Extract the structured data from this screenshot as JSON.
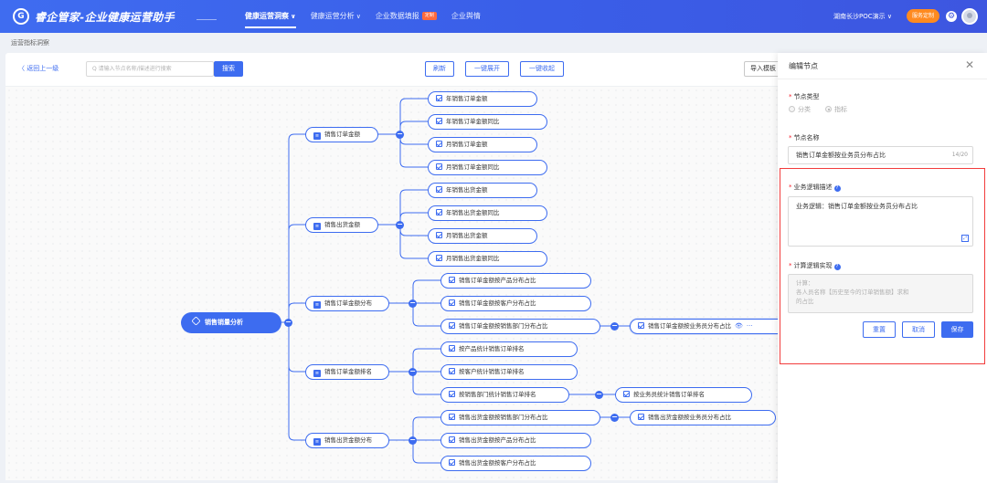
{
  "app": {
    "title": "睿企管家-企业健康运营助手",
    "logo_glyph": "G"
  },
  "nav": {
    "items": [
      {
        "label": "健康运营洞察",
        "caret": "∨",
        "active": true
      },
      {
        "label": "健康运营分析",
        "caret": "∨"
      },
      {
        "label": "企业数据填报",
        "badge": "定制"
      },
      {
        "label": "企业舆情"
      }
    ],
    "tenant": "湖南长沙POC演示 ∨",
    "upgrade": "服务定制",
    "settings_glyph": "⚙"
  },
  "breadcrumb": "运营指标洞察",
  "toolbar": {
    "back": "〈  返回上一级",
    "search_placeholder": "Q  请输入节点名称/描述进行搜索",
    "search_btn": "搜索",
    "refresh": "刷新",
    "expand_all": "一键展开",
    "collapse_all": "一键收起",
    "import": "导入模板"
  },
  "tree": {
    "root": "销售销量分析",
    "cat1": "销售订单金额",
    "cat2": "销售出货金额",
    "cat3": "销售订单金额分布",
    "cat4": "销售订单金额排名",
    "cat5": "销售出货金额分布",
    "l_c1_1": "年销售订单金额",
    "l_c1_2": "年销售订单金额同比",
    "l_c1_3": "月销售订单金额",
    "l_c1_4": "月销售订单金额同比",
    "l_c2_1": "年销售出货金额",
    "l_c2_2": "年销售出货金额同比",
    "l_c2_3": "月销售出货金额",
    "l_c2_4": "月销售出货金额同比",
    "l_c3_1": "销售订单金额按产品分布占比",
    "l_c3_2": "销售订单金额按客户分布占比",
    "l_c3_3": "销售订单金额按销售部门分布占比",
    "l_c3_3_child": "销售订单金额按业务员分布占比",
    "l_c4_1": "按产品统计销售订单排名",
    "l_c4_2": "按客户统计销售订单排名",
    "l_c4_3": "按销售部门统计销售订单排名",
    "l_c4_3_child": "按业务员统计销售订单排名",
    "l_c5_1": "销售出货金额按销售部门分布占比",
    "l_c5_1_child": "销售出货金额按业务员分布占比",
    "l_c5_2": "销售出货金额按产品分布占比",
    "l_c5_3": "销售出货金额按客户分布占比",
    "collapse_glyph": "−",
    "eye_glyph": "👁",
    "more_glyph": "···"
  },
  "drawer": {
    "title": "编辑节点",
    "close": "✕",
    "type_label": "节点类型",
    "type_opt1": "分类",
    "type_opt2": "指标",
    "name_label": "节点名称",
    "name_value": "销售订单金额按业务员分布占比",
    "name_counter": "14/20",
    "desc_label": "业务逻辑描述",
    "desc_value": "业务逻辑：销售订单金额按业务员分布占比",
    "calc_label": "计算逻辑实现",
    "calc_line1": "计算：",
    "calc_line2": "各人员名称【历史至今的订单销售额】求和",
    "calc_line3": "的占比",
    "reset": "重置",
    "cancel": "取消",
    "save": "保存"
  },
  "colors": {
    "primary": "#3d6cf0",
    "highlight": "#f23c3c",
    "upgrade": "#ff8a1f"
  }
}
